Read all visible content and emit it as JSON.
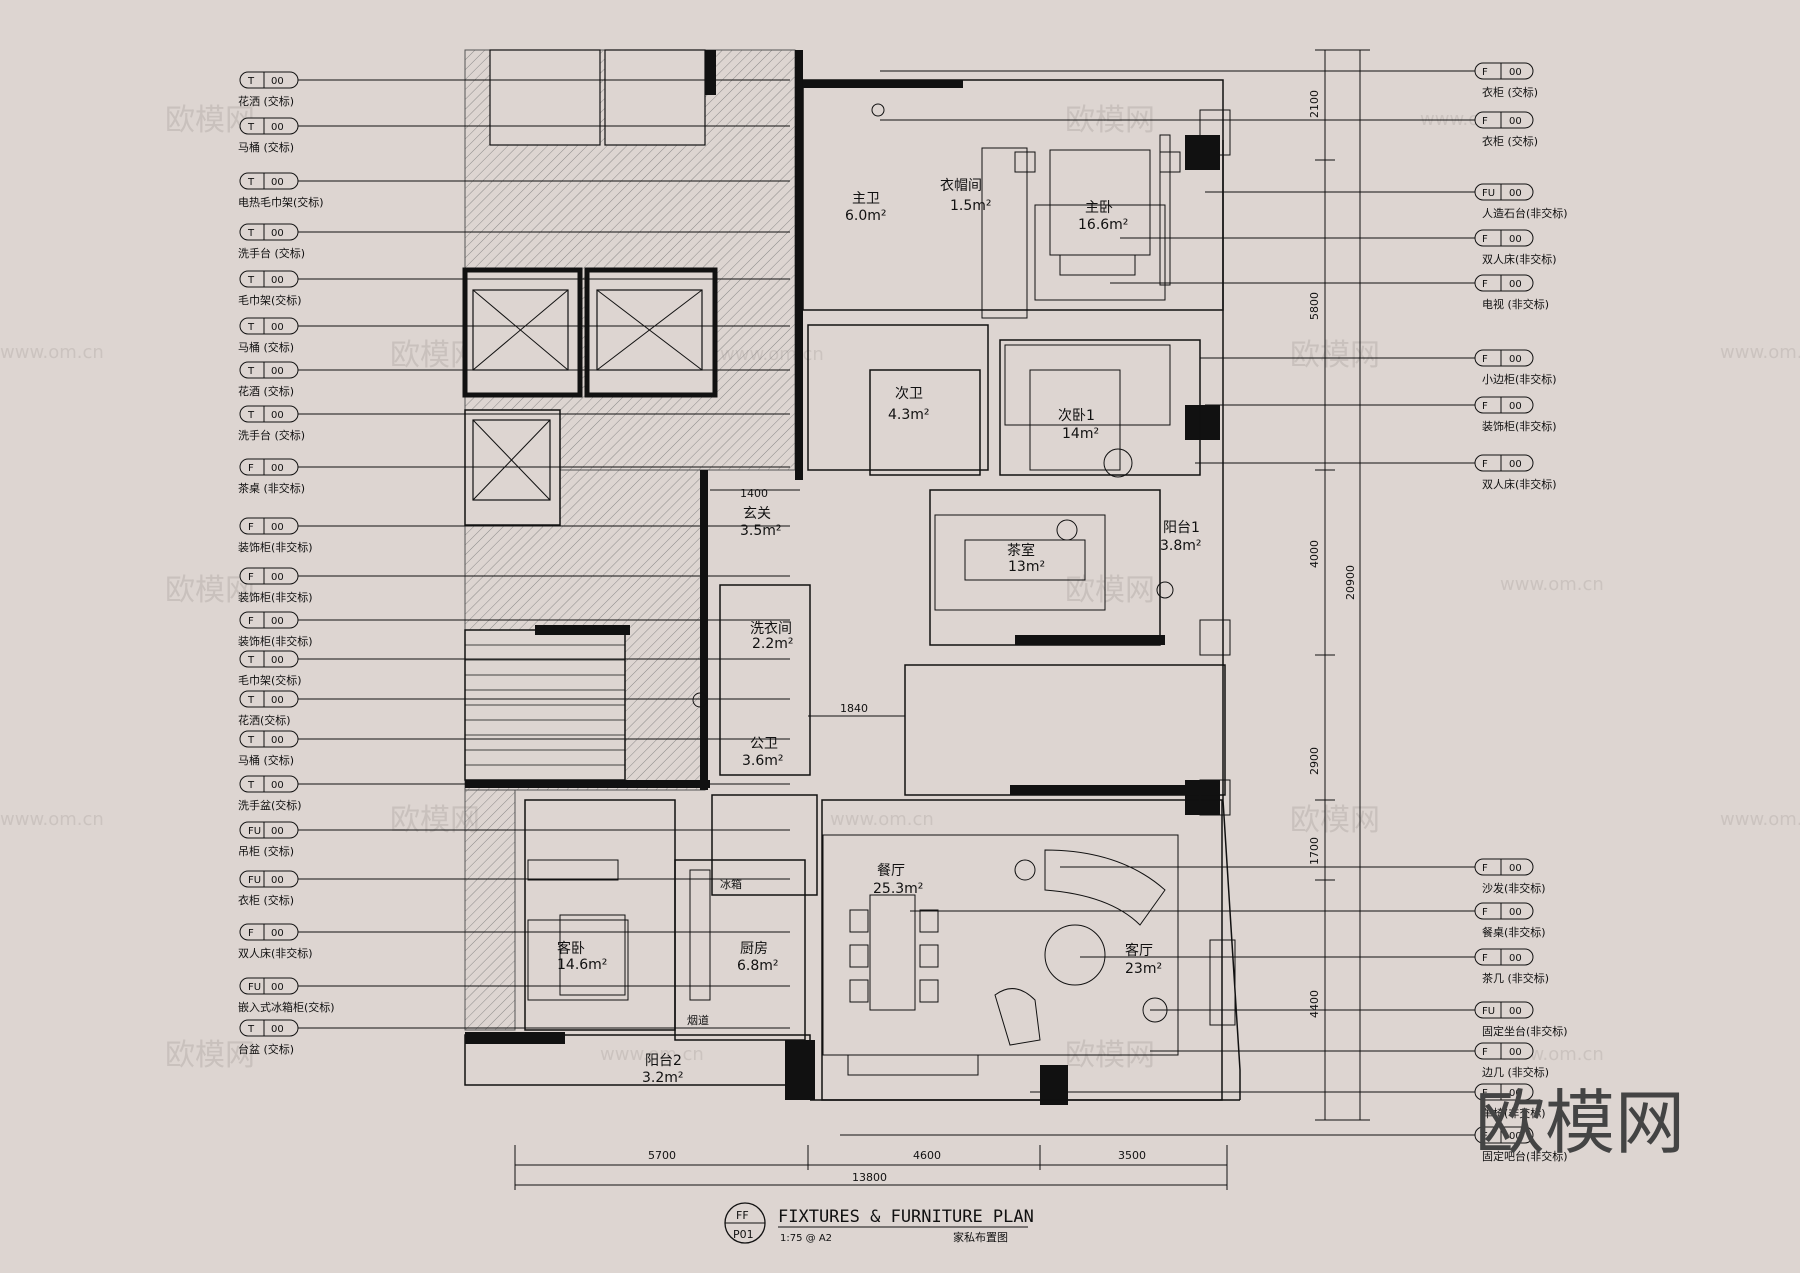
{
  "watermark": {
    "brand_cn": "欧模网",
    "brand_url": "www.om.cn",
    "logo": "欧模网"
  },
  "title_block": {
    "badge_top": "FF",
    "badge_bottom": "P01",
    "title_en": "FIXTURES & FURNITURE PLAN",
    "scale": "1:75 @ A2",
    "title_cn": "家私布置图"
  },
  "left_tags": [
    {
      "code": "T",
      "num": "00",
      "label": "花洒 (交标)"
    },
    {
      "code": "T",
      "num": "00",
      "label": "马桶 (交标)"
    },
    {
      "code": "T",
      "num": "00",
      "label": "电热毛巾架(交标)"
    },
    {
      "code": "T",
      "num": "00",
      "label": "洗手台 (交标)"
    },
    {
      "code": "T",
      "num": "00",
      "label": "毛巾架(交标)"
    },
    {
      "code": "T",
      "num": "00",
      "label": "马桶 (交标)"
    },
    {
      "code": "T",
      "num": "00",
      "label": "花酒 (交标)"
    },
    {
      "code": "T",
      "num": "00",
      "label": "洗手台 (交标)"
    },
    {
      "code": "F",
      "num": "00",
      "label": "茶桌 (非交标)"
    },
    {
      "code": "F",
      "num": "00",
      "label": "装饰柜(非交标)"
    },
    {
      "code": "F",
      "num": "00",
      "label": "装饰柜(非交标)"
    },
    {
      "code": "F",
      "num": "00",
      "label": "装饰柜(非交标)"
    },
    {
      "code": "T",
      "num": "00",
      "label": "毛巾架(交标)"
    },
    {
      "code": "T",
      "num": "00",
      "label": "花洒(交标)"
    },
    {
      "code": "T",
      "num": "00",
      "label": "马桶 (交标)"
    },
    {
      "code": "T",
      "num": "00",
      "label": "洗手盆(交标)"
    },
    {
      "code": "FU",
      "num": "00",
      "label": "吊柜 (交标)"
    },
    {
      "code": "FU",
      "num": "00",
      "label": "衣柜 (交标)"
    },
    {
      "code": "F",
      "num": "00",
      "label": "双人床(非交标)"
    },
    {
      "code": "FU",
      "num": "00",
      "label": "嵌入式冰箱柜(交标)"
    },
    {
      "code": "T",
      "num": "00",
      "label": "台盆 (交标)"
    }
  ],
  "right_tags": [
    {
      "code": "F",
      "num": "00",
      "label": "衣柜 (交标)"
    },
    {
      "code": "F",
      "num": "00",
      "label": "衣柜 (交标)"
    },
    {
      "code": "FU",
      "num": "00",
      "label": "人造石台(非交标)"
    },
    {
      "code": "F",
      "num": "00",
      "label": "双人床(非交标)"
    },
    {
      "code": "F",
      "num": "00",
      "label": "电视 (非交标)"
    },
    {
      "code": "F",
      "num": "00",
      "label": "小边柜(非交标)"
    },
    {
      "code": "F",
      "num": "00",
      "label": "装饰柜(非交标)"
    },
    {
      "code": "F",
      "num": "00",
      "label": "双人床(非交标)"
    },
    {
      "code": "F",
      "num": "00",
      "label": "沙发(非交标)"
    },
    {
      "code": "F",
      "num": "00",
      "label": "餐桌(非交标)"
    },
    {
      "code": "F",
      "num": "00",
      "label": "茶几 (非交标)"
    },
    {
      "code": "FU",
      "num": "00",
      "label": "固定坐台(非交标)"
    },
    {
      "code": "F",
      "num": "00",
      "label": "边几 (非交标)"
    },
    {
      "code": "F",
      "num": "00",
      "label": "单椅(非交标)"
    },
    {
      "code": "F",
      "num": "00",
      "label": "固定吧台(非交标)"
    }
  ],
  "rooms": [
    {
      "name": "主卫",
      "area": "6.0m²"
    },
    {
      "name": "衣帽间",
      "area": "1.5m²"
    },
    {
      "name": "主卧",
      "area": "16.6m²"
    },
    {
      "name": "次卫",
      "area": "4.3m²"
    },
    {
      "name": "次卧1",
      "area": "14m²"
    },
    {
      "name": "玄关",
      "area": "3.5m²"
    },
    {
      "name": "茶室",
      "area": "13m²"
    },
    {
      "name": "阳台1",
      "area": "3.8m²"
    },
    {
      "name": "洗衣间",
      "area": "2.2m²"
    },
    {
      "name": "公卫",
      "area": "3.6m²"
    },
    {
      "name": "餐厅",
      "area": "25.3m²"
    },
    {
      "name": "客厅",
      "area": "23m²"
    },
    {
      "name": "客卧",
      "area": "14.6m²"
    },
    {
      "name": "厨房",
      "area": "6.8m²"
    },
    {
      "name": "阳台2",
      "area": "3.2m²"
    }
  ],
  "fixture_labels": {
    "fridge": "冰箱",
    "oven": "烟道"
  },
  "dimensions": {
    "bottom": [
      "5700",
      "4600",
      "3500"
    ],
    "bottom_total": "13800",
    "right": [
      "2100",
      "5800",
      "4000",
      "2900",
      "1700",
      "4400"
    ],
    "right_total": "20900",
    "inner_1400": "1400",
    "inner_1840": "1840"
  }
}
